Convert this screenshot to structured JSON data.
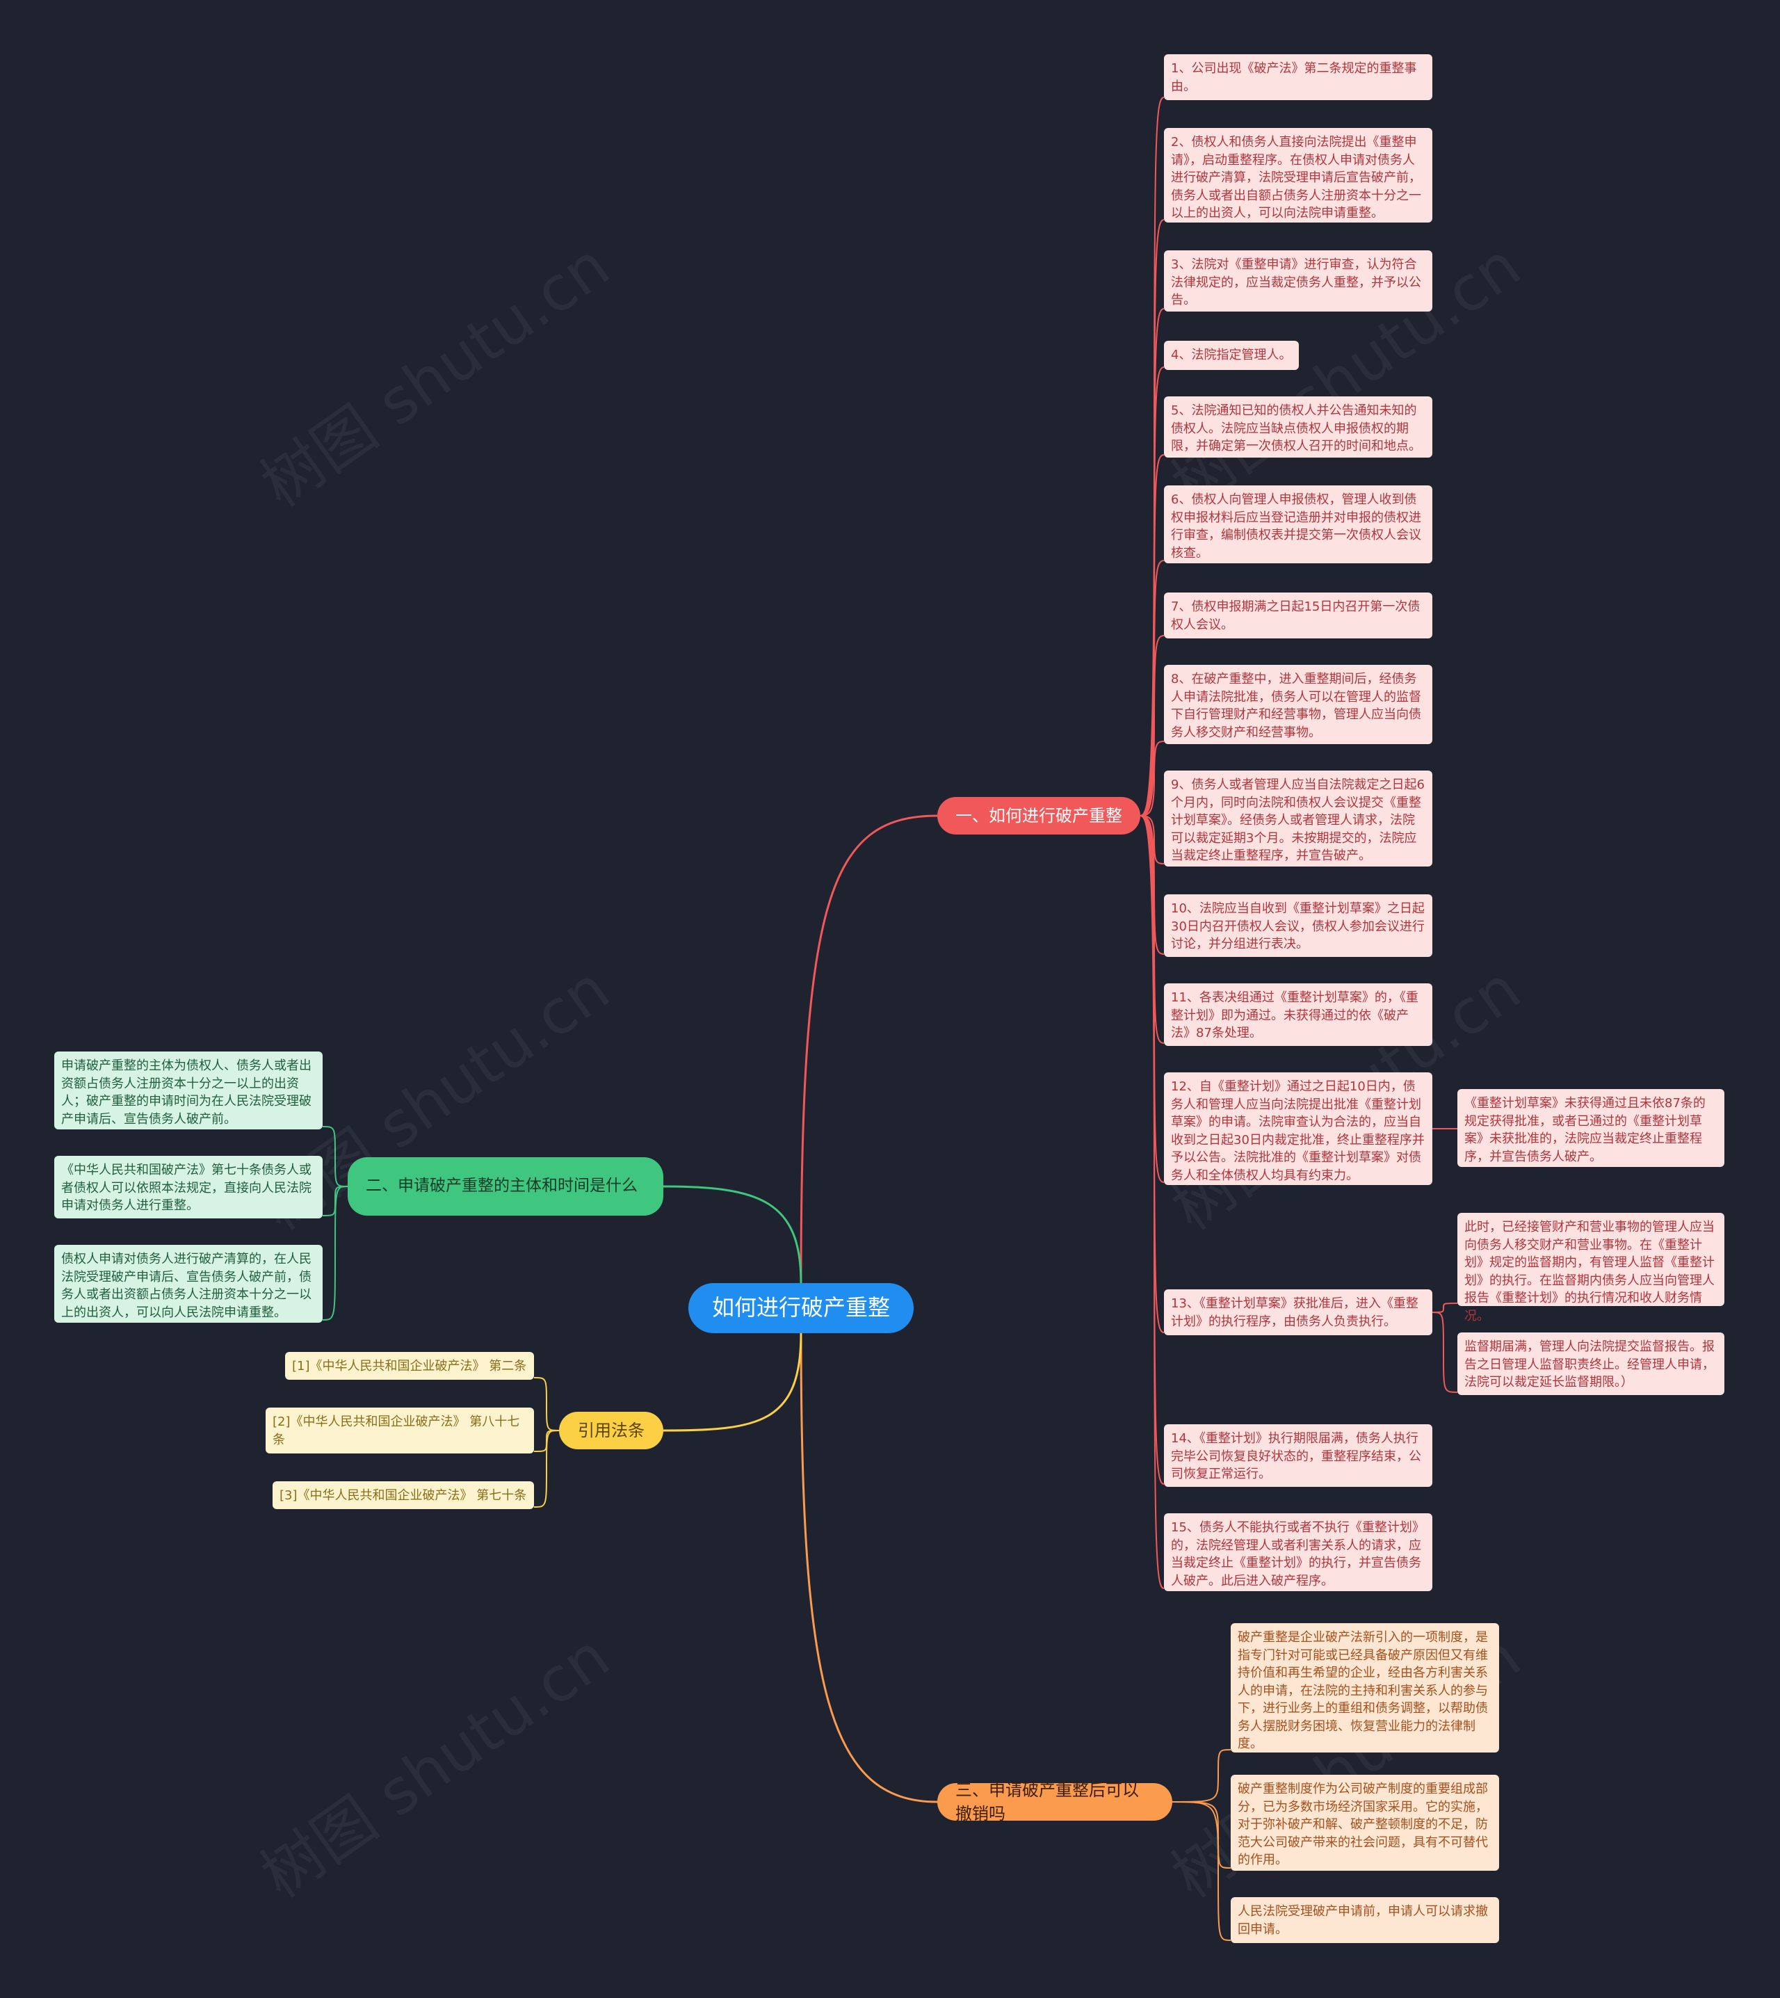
{
  "root": {
    "title": "如何进行破产重整"
  },
  "colors": {
    "background": "#1f2330",
    "root": "#1f8ef0",
    "branch1": "#f0585a",
    "branch2": "#3fc67f",
    "branch3": "#fbd045",
    "branch4": "#fb9b4e"
  },
  "watermark": "树图 shutu.cn",
  "branch1": {
    "title": "一、如何进行破产重整",
    "items": [
      "1、公司出现《破产法》第二条规定的重整事由。",
      "2、债权人和债务人直接向法院提出《重整申请》，启动重整程序。在债权人申请对债务人进行破产清算，法院受理申请后宣告破产前，债务人或者出自额占债务人注册资本十分之一以上的出资人，可以向法院申请重整。",
      "3、法院对《重整申请》进行审查，认为符合法律规定的，应当裁定债务人重整，并予以公告。",
      "4、法院指定管理人。",
      "5、法院通知已知的债权人并公告通知未知的债权人。法院应当缺点债权人申报债权的期限，并确定第一次债权人召开的时间和地点。",
      "6、债权人向管理人申报债权，管理人收到债权申报材料后应当登记造册并对申报的债权进行审查，编制债权表并提交第一次债权人会议核查。",
      "7、债权申报期满之日起15日内召开第一次债权人会议。",
      "8、在破产重整中，进入重整期间后，经债务人申请法院批准，债务人可以在管理人的监督下自行管理财产和经营事物，管理人应当向债务人移交财产和经营事物。",
      "9、债务人或者管理人应当自法院裁定之日起6个月内，同时向法院和债权人会议提交《重整计划草案》。经债务人或者管理人请求，法院可以裁定延期3个月。未按期提交的，法院应当裁定终止重整程序，并宣告破产。",
      "10、法院应当自收到《重整计划草案》之日起30日内召开债权人会议，债权人参加会议进行讨论，并分组进行表决。",
      "11、各表决组通过《重整计划草案》的，《重整计划》即为通过。未获得通过的依《破产法》87条处理。",
      "12、自《重整计划》通过之日起10日内，债务人和管理人应当向法院提出批准《重整计划草案》的申请。法院审查认为合法的，应当自收到之日起30日内裁定批准，终止重整程序并予以公告。法院批准的《重整计划草案》对债务人和全体债权人均具有约束力。",
      "13、《重整计划草案》获批准后，进入《重整计划》的执行程序，由债务人负责执行。",
      "14、《重整计划》执行期限届满，债务人执行完毕公司恢复良好状态的，重整程序结束，公司恢复正常运行。",
      "15、债务人不能执行或者不执行《重整计划》的，法院经管理人或者利害关系人的请求，应当裁定终止《重整计划》的执行，并宣告债务人破产。此后进入破产程序。"
    ],
    "item12_child": "《重整计划草案》未获得通过且未依87条的规定获得批准，或者已通过的《重整计划草案》未获批准的，法院应当裁定终止重整程序，并宣告债务人破产。",
    "item13_children": [
      "此时，已经接管财产和营业事物的管理人应当向债务人移交财产和营业事物。在《重整计划》规定的监督期内，有管理人监督《重整计划》的执行。在监督期内债务人应当向管理人报告《重整计划》的执行情况和收人财务情况。",
      "监督期届满，管理人向法院提交监督报告。报告之日管理人监督职责终止。经管理人申请，法院可以裁定延长监督期限。）"
    ]
  },
  "branch2": {
    "title": "二、申请破产重整的主体和时间是什么",
    "items": [
      "申请破产重整的主体为债权人、债务人或者出资额占债务人注册资本十分之一以上的出资人；破产重整的申请时间为在人民法院受理破产申请后、宣告债务人破产前。",
      "《中华人民共和国破产法》第七十条债务人或者债权人可以依照本法规定，直接向人民法院申请对债务人进行重整。",
      "债权人申请对债务人进行破产清算的，在人民法院受理破产申请后、宣告债务人破产前，债务人或者出资额占债务人注册资本十分之一以上的出资人，可以向人民法院申请重整。"
    ]
  },
  "branch3": {
    "title": "引用法条",
    "items": [
      "[1]《中华人民共和国企业破产法》 第二条",
      "[2]《中华人民共和国企业破产法》 第八十七条",
      "[3]《中华人民共和国企业破产法》 第七十条"
    ]
  },
  "branch4": {
    "title": "三、申请破产重整后可以撤销吗",
    "items": [
      "破产重整是企业破产法新引入的一项制度，是指专门针对可能或已经具备破产原因但又有维持价值和再生希望的企业，经由各方利害关系人的申请，在法院的主持和利害关系人的参与下，进行业务上的重组和债务调整，以帮助债务人摆脱财务困境、恢复营业能力的法律制度。",
      "破产重整制度作为公司破产制度的重要组成部分，已为多数市场经济国家采用。它的实施，对于弥补破产和解、破产整顿制度的不足，防范大公司破产带来的社会问题，具有不可替代的作用。",
      "人民法院受理破产申请前，申请人可以请求撤回申请。"
    ]
  }
}
